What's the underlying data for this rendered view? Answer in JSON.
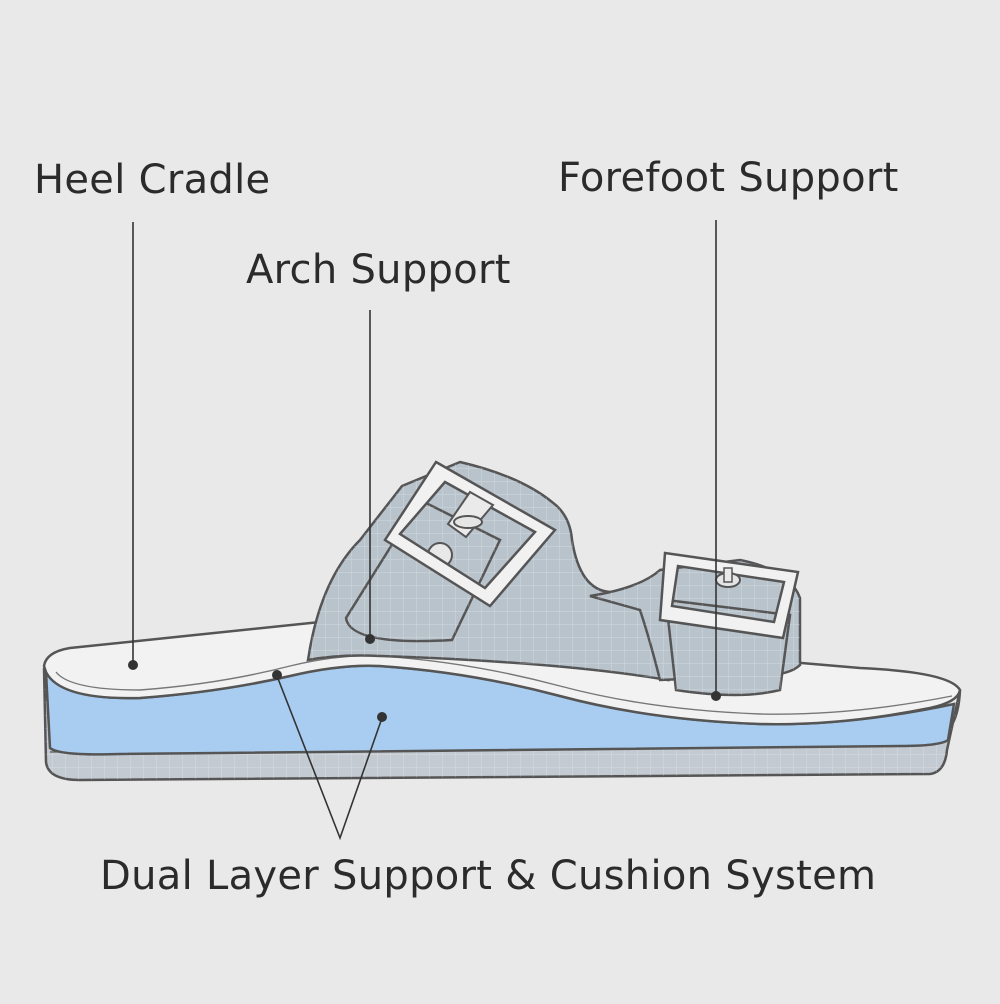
{
  "diagram": {
    "labels": {
      "heel_cradle": "Heel Cradle",
      "arch_support": "Arch Support",
      "forefoot_support": "Forefoot Support",
      "dual_layer": "Dual Layer Support & Cushion System"
    },
    "colors": {
      "background": "#e9e9e9",
      "strap_fill": "#b9c3cc",
      "cushion_fill": "#a9cdf0",
      "footbed_fill": "#f2f2f2",
      "outline": "#555555",
      "leader_line": "#333333"
    }
  }
}
